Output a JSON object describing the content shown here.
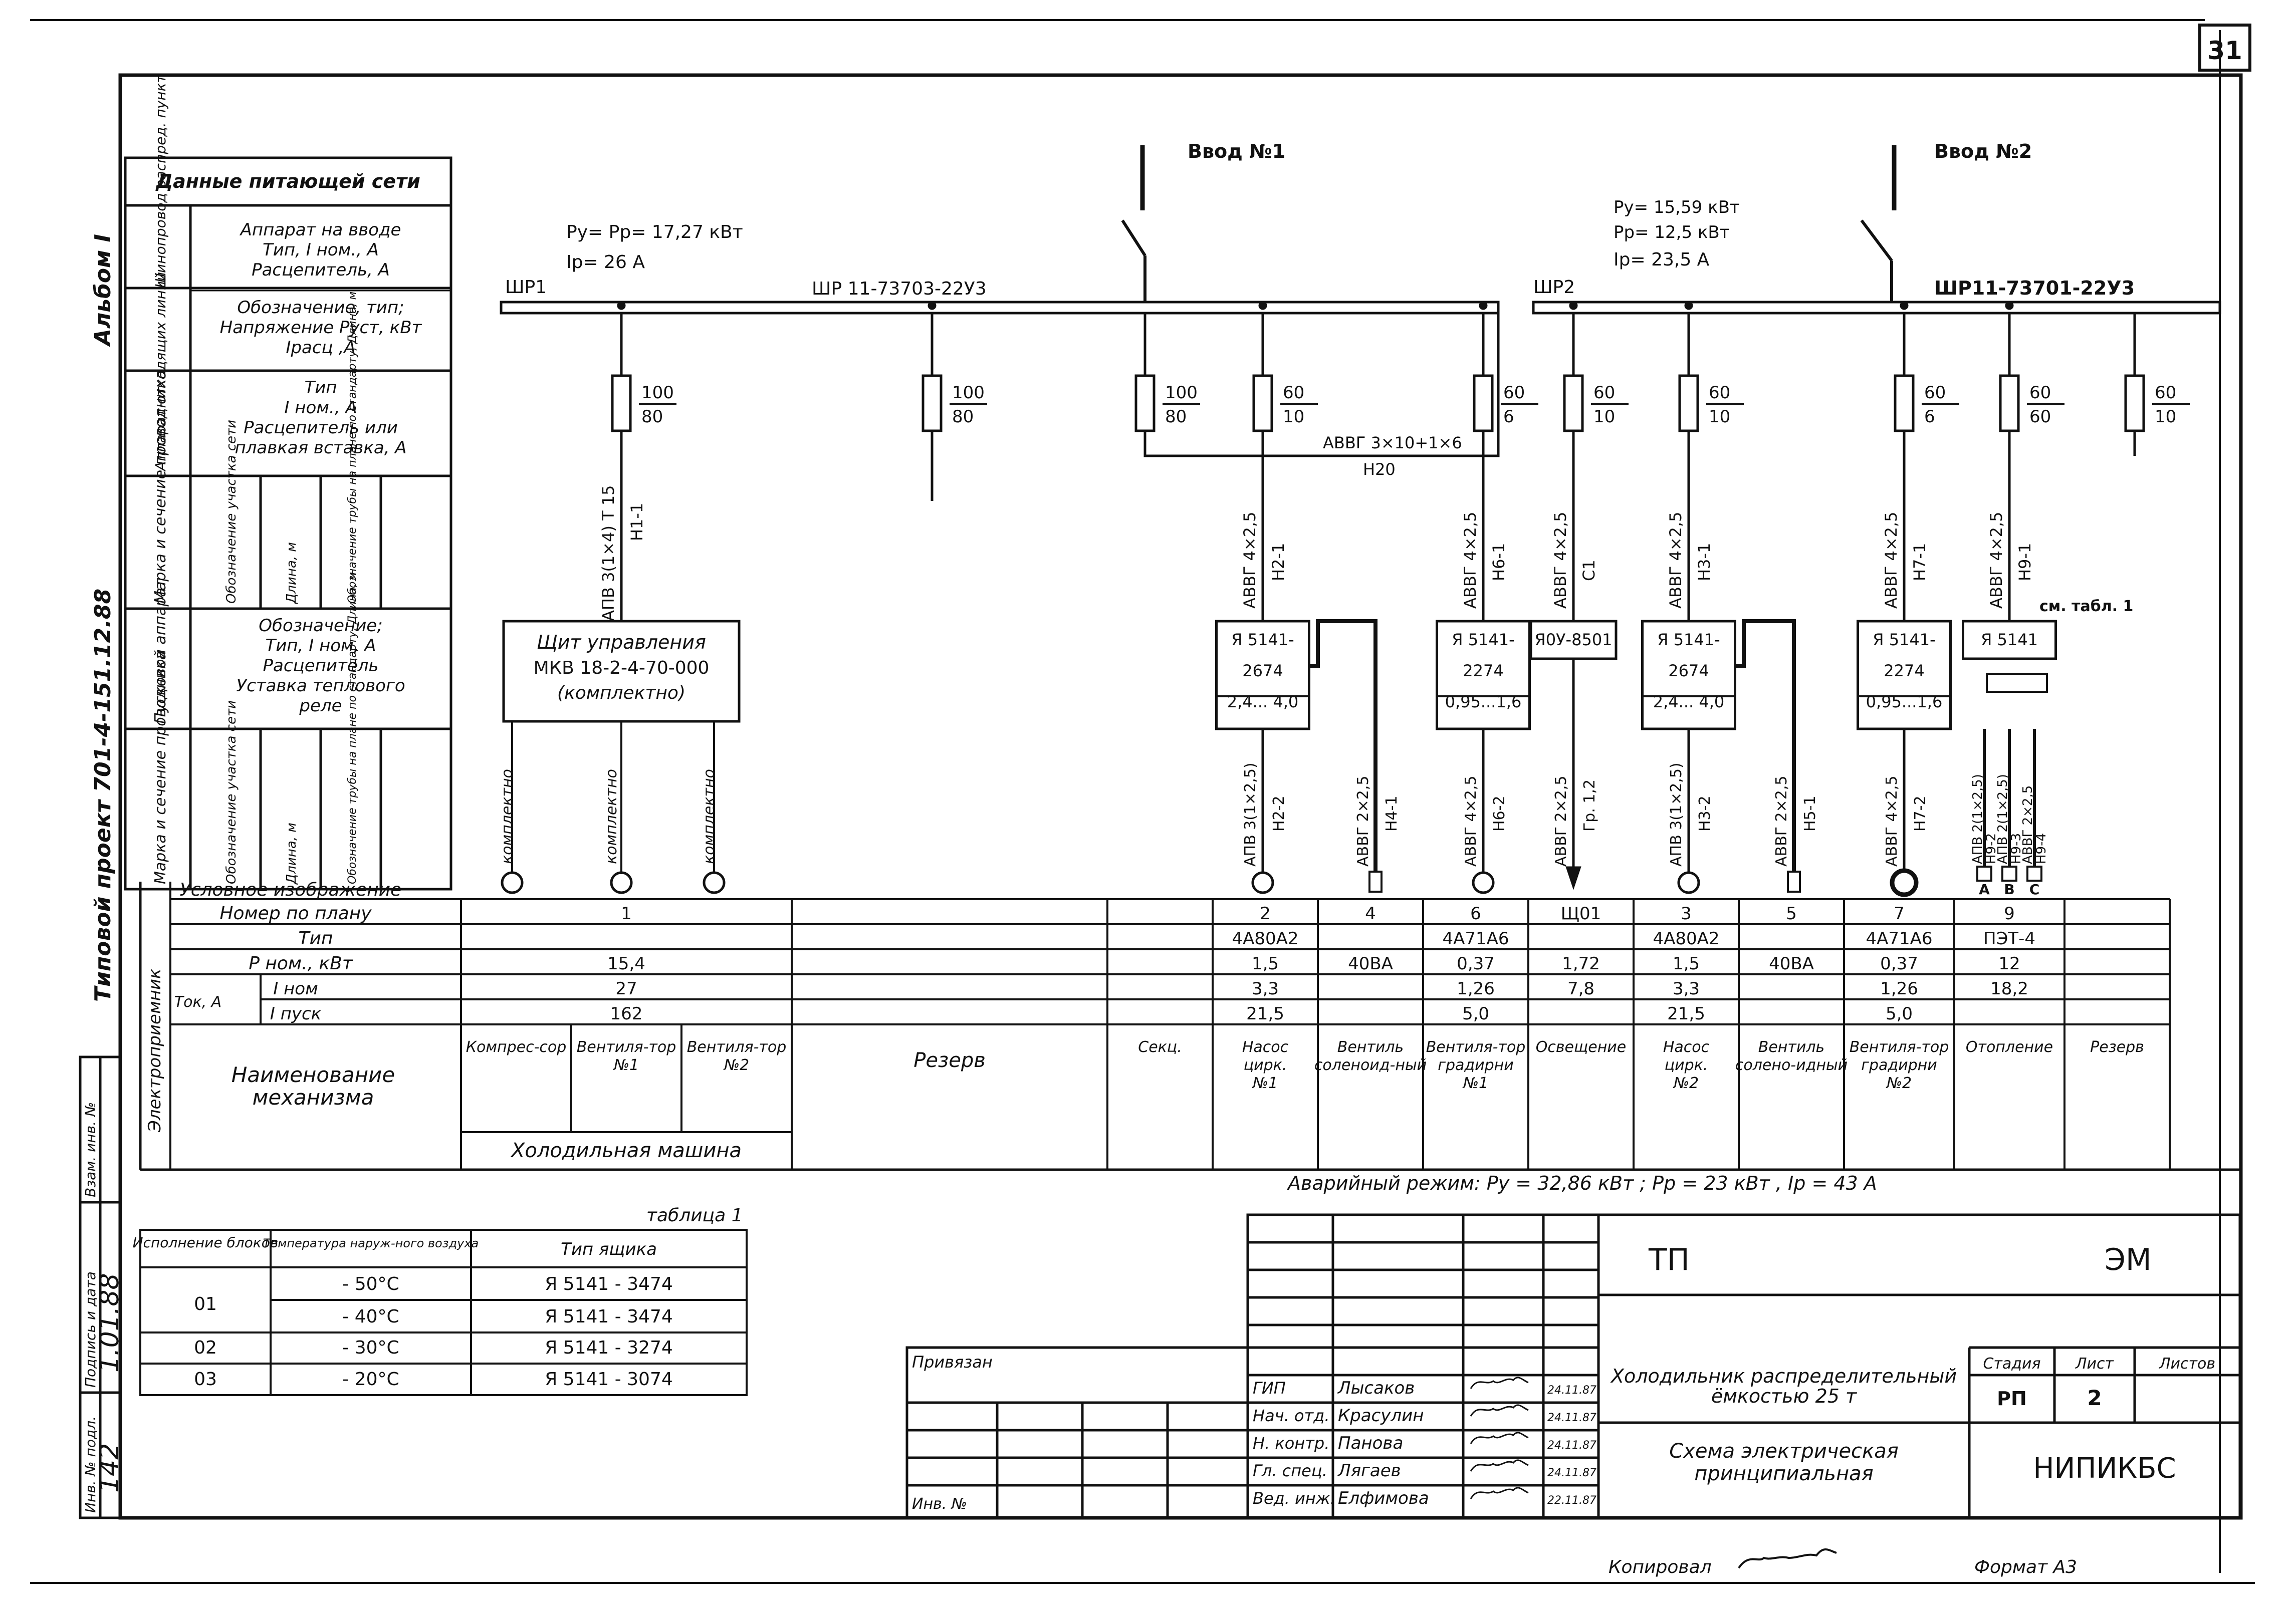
{
  "sheet_number": "31",
  "album": "Альбом I",
  "project": "Типовой проект  701-4-151.12.88",
  "inputs": {
    "in1": "Ввод №1",
    "in2": "Ввод №2"
  },
  "panel1": {
    "name": "ШР1",
    "type": "ШР 11-73703-22У3",
    "power": "Pу= Pр= 17,27 кВт",
    "current": "Iр= 26 А"
  },
  "panel2": {
    "name": "ШР2",
    "type": "ШР11-73701-22У3",
    "power_installed": "Pу= 15,59 кВт",
    "power_design": "Pр= 12,5 кВт",
    "current": "Iр= 23,5  А"
  },
  "transfer_cable": {
    "mark": "АВВГ 3×10+1×6",
    "code": "Н20"
  },
  "left_table": {
    "header": "Данные питающей сети",
    "g1_label": "Шинопровод распред. пункт",
    "g1_row1": [
      "Аппарат на вводе",
      "Тип, I ном., А",
      "Расцепитель, А"
    ],
    "g1_row2": [
      "Обозначение, тип;",
      "Напряжение Руст, кВт",
      "Iрасц ,А"
    ],
    "g2_label": "Аппарат отходящих линий",
    "g2_row": [
      "Тип",
      "I ном., А",
      "Расцепитель или",
      "плавкая вставка, А"
    ],
    "g3_label": "Марка и сечение проводника",
    "g3_cols": [
      "Обозначение участка сети",
      "Длина, м",
      "Обозначение трубы на плане по стандарту, Длина, м"
    ],
    "g4_label": "Пусковой аппарат",
    "g4_row": [
      "Обозначение;",
      "Тип, I ном, А",
      "Расцепитель",
      "Уставка теплового",
      "реле"
    ],
    "g5_label": "Марка и сечение проводника",
    "g5_cols": [
      "Обозначение участка сети",
      "Длина, м",
      "Обозначение трубы на плане по стандарту, Длина, м"
    ],
    "cond_image": "Условное изображение",
    "receivers_label": "Электроприемник",
    "plan_no": "Номер по плану",
    "type_row": "Тип",
    "pnom": "P ном., кВт",
    "current": "Ток, А",
    "inom": "I ном",
    "ipusk": "I пуск",
    "mech": "Наименование механизма"
  },
  "branches": [
    {
      "fuse": [
        "100",
        "80"
      ],
      "cable": "АПВ 3(1×4) Т 15",
      "code": "Н1-1"
    },
    {
      "fuse": [
        "100",
        "80"
      ]
    },
    {
      "fuse": [
        "100",
        "80"
      ]
    },
    {
      "fuse": [
        "60",
        "10"
      ],
      "cable": "АВВГ 4×2,5",
      "code": "Н2-1",
      "starter": [
        "Я 5141-",
        "2674",
        "2,4... 4,0"
      ],
      "cable2": "АПВ 3(1×2,5)",
      "code2": "Н2-2"
    },
    {
      "cable2": "АВВГ 2×2,5",
      "code2": "Н4-1"
    },
    {
      "fuse": [
        "60",
        "6"
      ],
      "cable": "АВВГ 4×2,5",
      "code": "Н6-1",
      "starter": [
        "Я 5141-",
        "2274",
        "0,95...1,6"
      ],
      "cable2": "АВВГ 4×2,5",
      "code2": "Н6-2"
    },
    {
      "fuse": [
        "60",
        "10"
      ],
      "cable": "АВВГ 4×2,5",
      "code": "С1",
      "starter": [
        "Я0У-8501"
      ],
      "cable2": "АВВГ 2×2,5",
      "code2": "Гр. 1,2"
    },
    {
      "fuse": [
        "60",
        "10"
      ],
      "cable": "АВВГ 4×2,5",
      "code": "Н3-1",
      "starter": [
        "Я 5141-",
        "2674",
        "2,4... 4,0"
      ],
      "cable2": "АПВ 3(1×2,5)",
      "code2": "Н3-2"
    },
    {
      "cable2": "АВВГ 2×2,5",
      "code2": "Н5-1"
    },
    {
      "fuse": [
        "60",
        "6"
      ],
      "cable": "АВВГ 4×2,5",
      "code": "Н7-1",
      "starter": [
        "Я 5141-",
        "2274",
        "0,95...1,6"
      ],
      "cable2": "АВВГ 4×2,5",
      "code2": "Н7-2"
    },
    {
      "fuse": [
        "60",
        "60"
      ],
      "cable": "АВВГ 4×2,5",
      "code": "Н9-1",
      "starter": [
        "Я 5141"
      ],
      "note": "см. табл. 1",
      "cable2a": [
        "АПВ 2(1×2,5)",
        "Н9-2"
      ],
      "cable2b": [
        "АПВ 2(1×2,5)",
        "Н9-3"
      ],
      "cable2c": [
        "АВВГ 2×2,5",
        "Н9-4"
      ],
      "abc": [
        "А",
        "В",
        "С"
      ]
    },
    {
      "fuse": [
        "60",
        "10"
      ]
    }
  ],
  "control_panel": [
    "Щит управления",
    "МКВ 18-2-4-70-000",
    "(комплектно)"
  ],
  "complete": "комплектно",
  "receivers": {
    "plan": [
      "1",
      "",
      "2",
      "4",
      "6",
      "Щ01",
      "3",
      "5",
      "7",
      "9",
      ""
    ],
    "type": [
      "",
      "",
      "4А80А2",
      "",
      "4А71А6",
      "",
      "4А80А2",
      "",
      "4А71А6",
      "ПЭТ-4",
      ""
    ],
    "pnom": [
      "15,4",
      "",
      "1,5",
      "40ВА",
      "0,37",
      "1,72",
      "1,5",
      "40ВА",
      "0,37",
      "12",
      ""
    ],
    "inom": [
      "27",
      "",
      "3,3",
      "",
      "1,26",
      "7,8",
      "3,3",
      "",
      "1,26",
      "18,2",
      ""
    ],
    "ipusk": [
      "162",
      "",
      "21,5",
      "",
      "5,0",
      "",
      "21,5",
      "",
      "5,0",
      "",
      ""
    ],
    "mech_fridge": [
      "Компрес-сор",
      "Вентиля-тор №1",
      "Вентиля-тор №2"
    ],
    "fridge_group": "Холодильная машина",
    "mech": [
      "Резерв",
      "Секц.",
      "Насос цирк. №1",
      "Вентиль соленоид-ный",
      "Вентиля-тор градирни №1",
      "Освещение",
      "Насос цирк. №2",
      "Вентиль солено-идный",
      "Вентиля-тор градирни №2",
      "Отопление",
      "Резерв"
    ]
  },
  "emergency": "Аварийный режим:  Pу = 32,86 кВт ;  Pр = 23 кВт ,  Iр = 43 А",
  "table1": {
    "title": "таблица 1",
    "headers": [
      "Исполнение блоков",
      "Температура наруж-ного воздуха",
      "Тип ящика"
    ],
    "rows": [
      [
        "01",
        "- 50°С",
        "Я 5141  -  3474"
      ],
      [
        "",
        "- 40°С",
        "Я 5141  -  3474"
      ],
      [
        "02",
        "- 30°С",
        "Я 5141  -  3274"
      ],
      [
        "03",
        "- 20°С",
        "Я 5141  -  3074"
      ]
    ]
  },
  "side_stamp": {
    "vzam": "Взам. инв. №",
    "sign": "Подпись и дата",
    "sign_val": "1.01.88",
    "inv": "Инв. № подл.",
    "inv_val": "142"
  },
  "title_block": {
    "code_left": "ТП",
    "code_right": "ЭМ",
    "object": [
      "Холодильник распределительный",
      "ёмкостью 25 т"
    ],
    "drawing": [
      "Схема  электрическая",
      "принципиальная"
    ],
    "stage_h": "Стадия",
    "sheet_h": "Лист",
    "sheets_h": "Листов",
    "stage": "РП",
    "sheet": "2",
    "org": "НИПИКБС",
    "bound": "Привязан",
    "inv_no": "Инв. №",
    "people": [
      {
        "role": "ГИП",
        "name": "Лысаков",
        "date": "24.11.87"
      },
      {
        "role": "Нач. отд.",
        "name": "Красулин",
        "date": "24.11.87"
      },
      {
        "role": "Н. контр.",
        "name": "Панова",
        "date": "24.11.87"
      },
      {
        "role": "Гл. спец.",
        "name": "Лягаев",
        "date": "24.11.87"
      },
      {
        "role": "Вед. инж.",
        "name": "Елфимова",
        "date": "22.11.87"
      }
    ]
  },
  "copied": "Копировал",
  "format": "Формат  А3"
}
